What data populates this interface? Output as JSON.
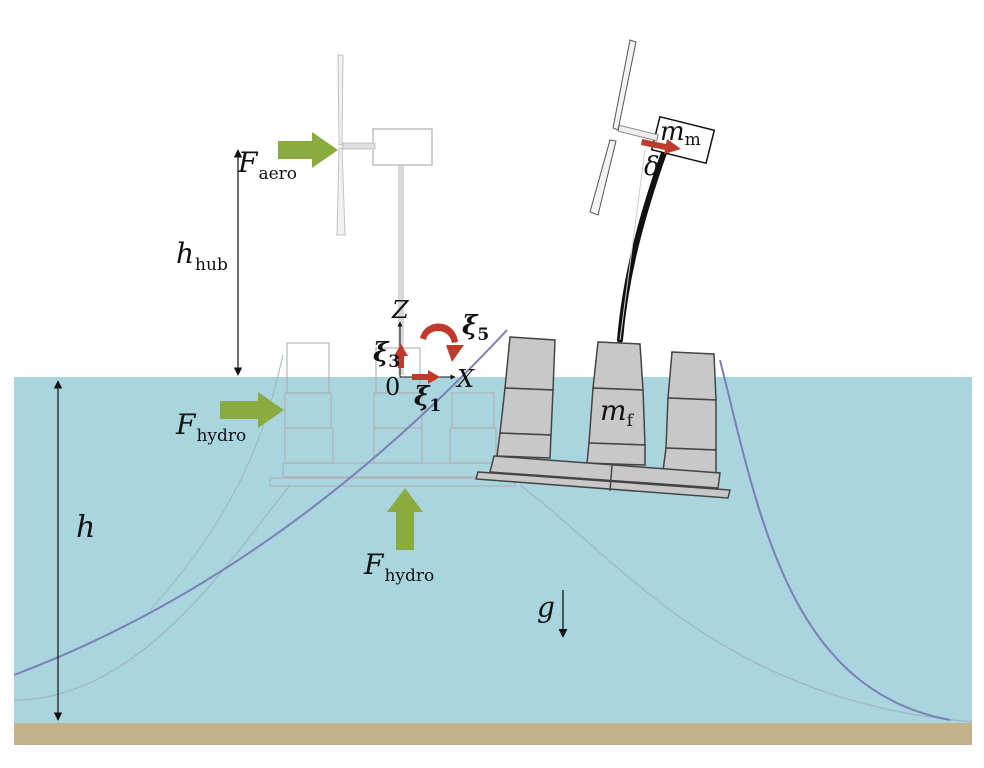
{
  "labels": {
    "f_aero": {
      "main": "F",
      "sub": "aero"
    },
    "h_hub": {
      "main": "h",
      "sub": "hub"
    },
    "f_hydro_side": {
      "main": "F",
      "sub": "hydro"
    },
    "f_hydro_bottom": {
      "main": "F",
      "sub": "hydro"
    },
    "h": "h",
    "g": "g",
    "axis_z": "Z",
    "axis_x": "X",
    "origin": "0",
    "xi5": {
      "main": "ξ",
      "sub": "5"
    },
    "xi3": {
      "main": "ξ",
      "sub": "3"
    },
    "xi1": {
      "main": "ξ",
      "sub": "1"
    },
    "m_m": {
      "main": "m",
      "sub": "m"
    },
    "delta": "δ",
    "m_f": {
      "main": "m",
      "sub": "f"
    }
  },
  "colors": {
    "water": "#a9d5df",
    "seabed": "#c4b28c",
    "force_arrow": "#8aab3f",
    "motion_arrow": "#c03a2b",
    "platform": "#c8c8c8",
    "mooring": "#7b7fb8"
  }
}
